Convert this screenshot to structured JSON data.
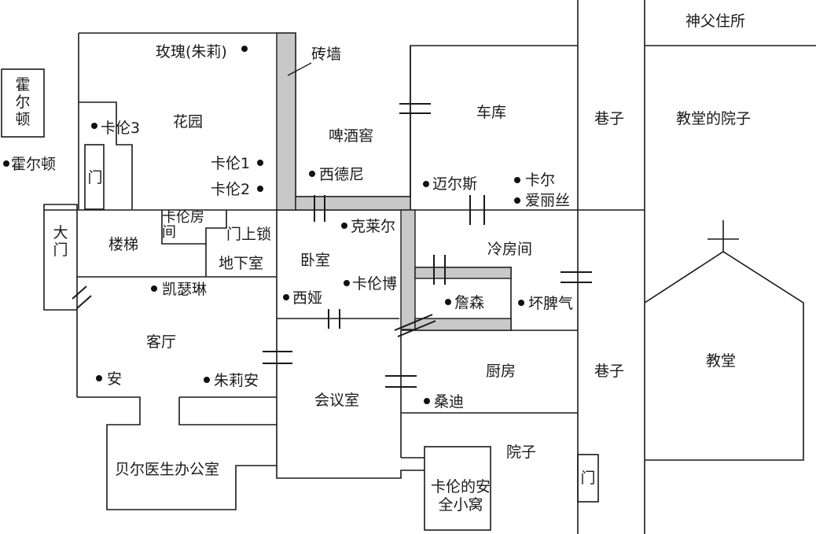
{
  "rooms": {
    "brick_wall": "砖墙",
    "garden": "花园",
    "beer_cellar": "啤酒窖",
    "garage": "车库",
    "priest_house": "神父住所",
    "alley_top": "巷子",
    "alley_bottom": "巷子",
    "church_yard": "教堂的院子",
    "church": "教堂",
    "holton_house": "霍尔顿",
    "main_door": "大门",
    "side_door": "门",
    "stairs": "楼梯",
    "karen_room": "卡伦房间",
    "door_locked": "门上锁",
    "basement": "地下室",
    "bedroom": "卧室",
    "cold_room": "冷房间",
    "living_room": "客厅",
    "kitchen": "厨房",
    "meeting_room": "会议室",
    "yard": "院子",
    "yard_door": "门",
    "bell_office": "贝尔医生办公室",
    "karen_nest": "卡伦的安全小窝"
  },
  "people": {
    "rose": "玫瑰(朱莉)",
    "karen3": "卡伦3",
    "karen1": "卡伦1",
    "karen2": "卡伦2",
    "holton": "霍尔顿",
    "sydney": "西德尼",
    "miles": "迈尔斯",
    "carl": "卡尔",
    "alice": "爱丽丝",
    "claire": "克莱尔",
    "katherine": "凯瑟琳",
    "xiya": "西娅",
    "karenbo": "卡伦博",
    "jason": "詹森",
    "bad_temper": "坏脾气",
    "ann": "安",
    "julian": "朱莉安",
    "sandy": "桑迪"
  }
}
